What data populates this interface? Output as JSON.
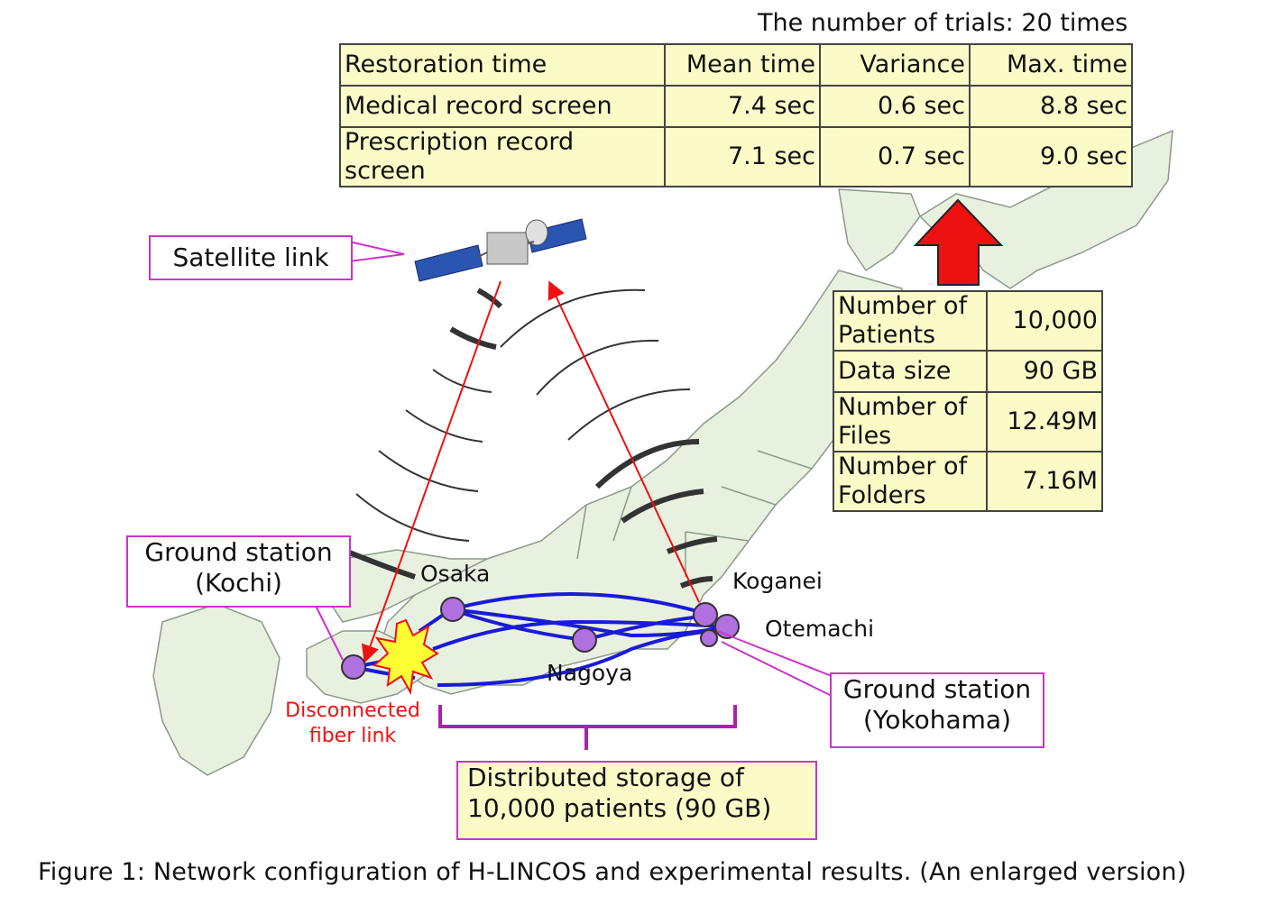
{
  "trials_note": "The number of trials: 20 times",
  "results_table": {
    "headers": [
      "Restoration time",
      "Mean time",
      "Variance",
      "Max. time"
    ],
    "rows": [
      [
        "Medical record screen",
        "7.4 sec",
        "0.6 sec",
        "8.8 sec"
      ],
      [
        "Prescription record screen",
        "7.1 sec",
        "0.7 sec",
        "9.0 sec"
      ]
    ]
  },
  "stats_table": {
    "rows": [
      [
        "Number of Patients",
        "10,000"
      ],
      [
        "Data size",
        "90 GB"
      ],
      [
        "Number of Files",
        "12.49M"
      ],
      [
        "Number of Folders",
        "7.16M"
      ]
    ]
  },
  "labels": {
    "satellite_link": "Satellite link",
    "ground_kochi": "Ground station (Kochi)",
    "ground_yokohama": "Ground station (Yokohama)",
    "osaka": "Osaka",
    "nagoya": "Nagoya",
    "koganei": "Koganei",
    "otemachi": "Otemachi",
    "disconnected": "Disconnected fiber link",
    "storage": "Distributed storage of 10,000 patients (90 GB)"
  },
  "caption": "Figure 1: Network configuration of H-LINCOS and experimental results. (An enlarged version)",
  "colors": {
    "table_fill": "#fbfbc8",
    "callout_border": "#cc33cc",
    "link_blue": "#1a1ad8",
    "node_purple": "#b070e0",
    "arrow_red": "#ee1111",
    "land": "#e8f0e0"
  },
  "icons": [
    "satellite-icon",
    "explosion-icon",
    "red-up-arrow-icon"
  ]
}
